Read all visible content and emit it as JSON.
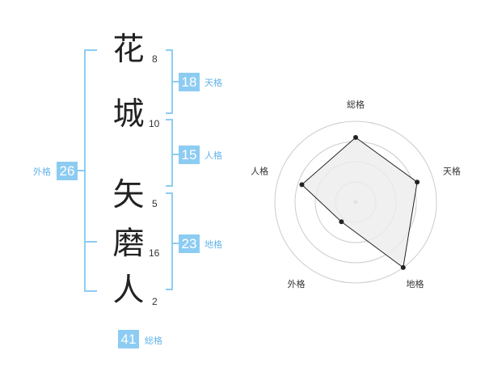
{
  "name_chars": [
    {
      "char": "花",
      "strokes": "8"
    },
    {
      "char": "城",
      "strokes": "10"
    },
    {
      "char": "矢",
      "strokes": "5"
    },
    {
      "char": "磨",
      "strokes": "16"
    },
    {
      "char": "人",
      "strokes": "2"
    }
  ],
  "kaku": {
    "tenkaku": {
      "value": "18",
      "label": "天格"
    },
    "jinkaku": {
      "value": "15",
      "label": "人格"
    },
    "chikaku": {
      "value": "23",
      "label": "地格"
    },
    "gaikaku": {
      "value": "26",
      "label": "外格"
    },
    "soukaku": {
      "value": "41",
      "label": "総格"
    }
  },
  "colors": {
    "bracket": "#8dccf2",
    "badge_bg": "#8dccf2",
    "badge_text": "#ffffff",
    "label": "#63b5e8",
    "radar_fill": "#ececec",
    "radar_line": "#222222",
    "radar_grid": "#cccccc"
  },
  "chart_data": {
    "type": "radar",
    "axes": [
      "総格",
      "天格",
      "地格",
      "外格",
      "人格"
    ],
    "scale": [
      0,
      5
    ],
    "rings": 4,
    "values": [
      4,
      4,
      5,
      1.5,
      3.5
    ]
  }
}
